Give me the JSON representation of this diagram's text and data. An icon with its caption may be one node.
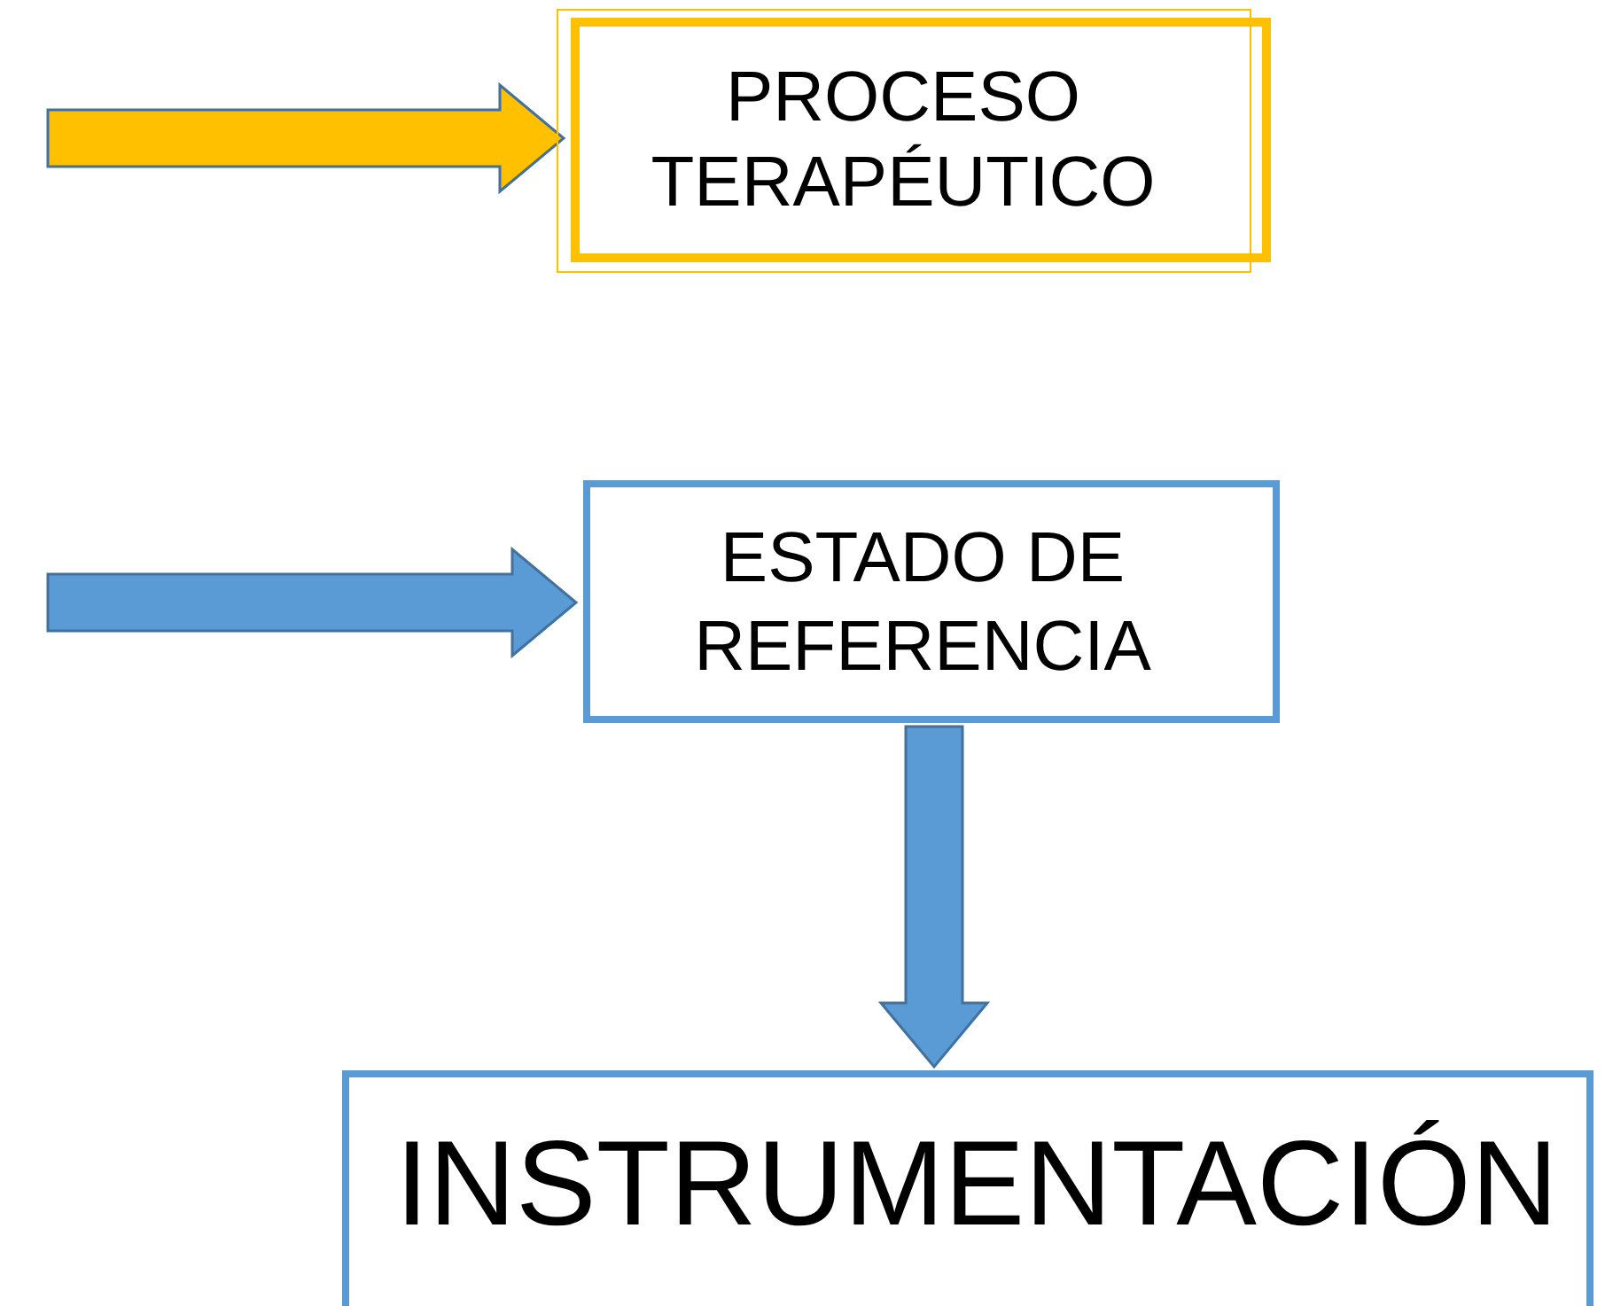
{
  "diagram": {
    "nodes": [
      {
        "text": [
          "PROCESO TERAPÉUTICO"
        ]
      },
      {
        "text": [
          "ESTADO DE REFERENCIA"
        ]
      },
      {
        "text": [
          "INSTRUMENTACIÓN"
        ]
      }
    ],
    "edges": [
      {
        "from": null,
        "to": 0,
        "arrow": "to",
        "color": "#ffc000"
      },
      {
        "from": null,
        "to": 1,
        "arrow": "to"
      },
      {
        "from": 1,
        "to": 2,
        "arrow": "to"
      }
    ]
  }
}
